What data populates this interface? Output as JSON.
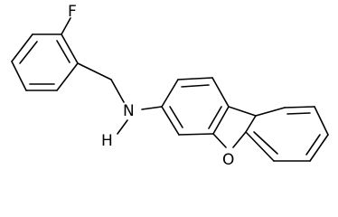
{
  "atoms": {
    "fluorine": "F",
    "nitrogen": "N",
    "hydrogen": "H",
    "oxygen": "O"
  }
}
